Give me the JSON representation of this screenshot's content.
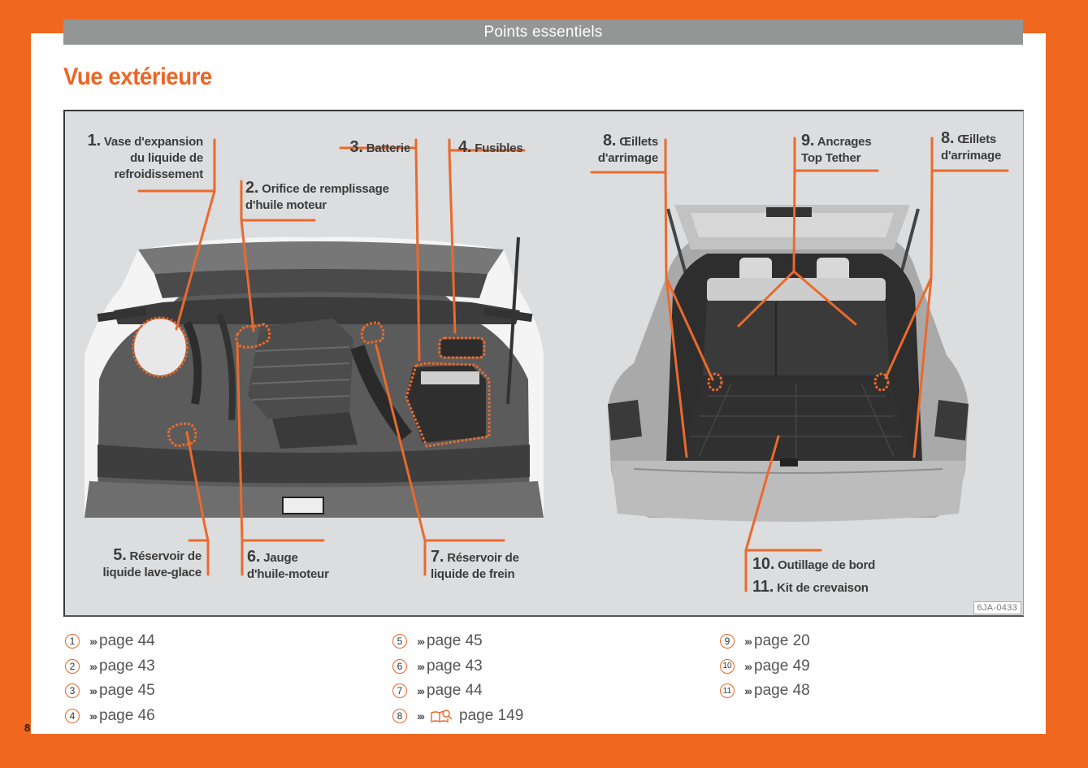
{
  "header": {
    "section_title": "Points essentiels"
  },
  "page_title": "Vue extérieure",
  "figure": {
    "reference_code": "6JA-0433",
    "callouts": [
      {
        "num": "1.",
        "lines": [
          "Vase d'expansion",
          "du liquide de",
          "refroidissement"
        ]
      },
      {
        "num": "2.",
        "lines": [
          "Orifice de remplissage",
          "d'huile moteur"
        ]
      },
      {
        "num": "3.",
        "lines": [
          "Batterie"
        ]
      },
      {
        "num": "4.",
        "lines": [
          "Fusibles"
        ]
      },
      {
        "num": "5.",
        "lines": [
          "Réservoir de",
          "liquide lave-glace"
        ]
      },
      {
        "num": "6.",
        "lines": [
          "Jauge",
          "d'huile-moteur"
        ]
      },
      {
        "num": "7.",
        "lines": [
          "Réservoir de",
          "liquide de frein"
        ]
      },
      {
        "num": "8.",
        "lines": [
          "Œillets",
          "d'arrimage"
        ]
      },
      {
        "num": "9.",
        "lines": [
          "Ancrages",
          "Top Tether"
        ]
      },
      {
        "num": "8.",
        "lines": [
          "Œillets",
          "d'arrimage"
        ]
      },
      {
        "num": "10.",
        "lines": [
          "Outillage de bord"
        ]
      },
      {
        "num": "11.",
        "lines": [
          "Kit de crevaison"
        ]
      }
    ],
    "images": {
      "engine": "engine-compartment-photo",
      "trunk": "open-trunk-photo"
    }
  },
  "references": {
    "arrow": "›››",
    "page_word": "page",
    "columns": [
      [
        {
          "num": "1",
          "page": "44"
        },
        {
          "num": "2",
          "page": "43"
        },
        {
          "num": "3",
          "page": "45"
        },
        {
          "num": "4",
          "page": "46"
        }
      ],
      [
        {
          "num": "5",
          "page": "45"
        },
        {
          "num": "6",
          "page": "43"
        },
        {
          "num": "7",
          "page": "44"
        },
        {
          "num": "8",
          "page": "149",
          "icon": "book-search-icon"
        }
      ],
      [
        {
          "num": "9",
          "page": "20"
        },
        {
          "num": "10",
          "page": "49"
        },
        {
          "num": "11",
          "page": "48"
        }
      ]
    ]
  },
  "page_number": "8",
  "colors": {
    "accent": "#ec6525",
    "background": "#f0681f",
    "header_gray": "#949595",
    "figure_bg": "#dcddde"
  }
}
